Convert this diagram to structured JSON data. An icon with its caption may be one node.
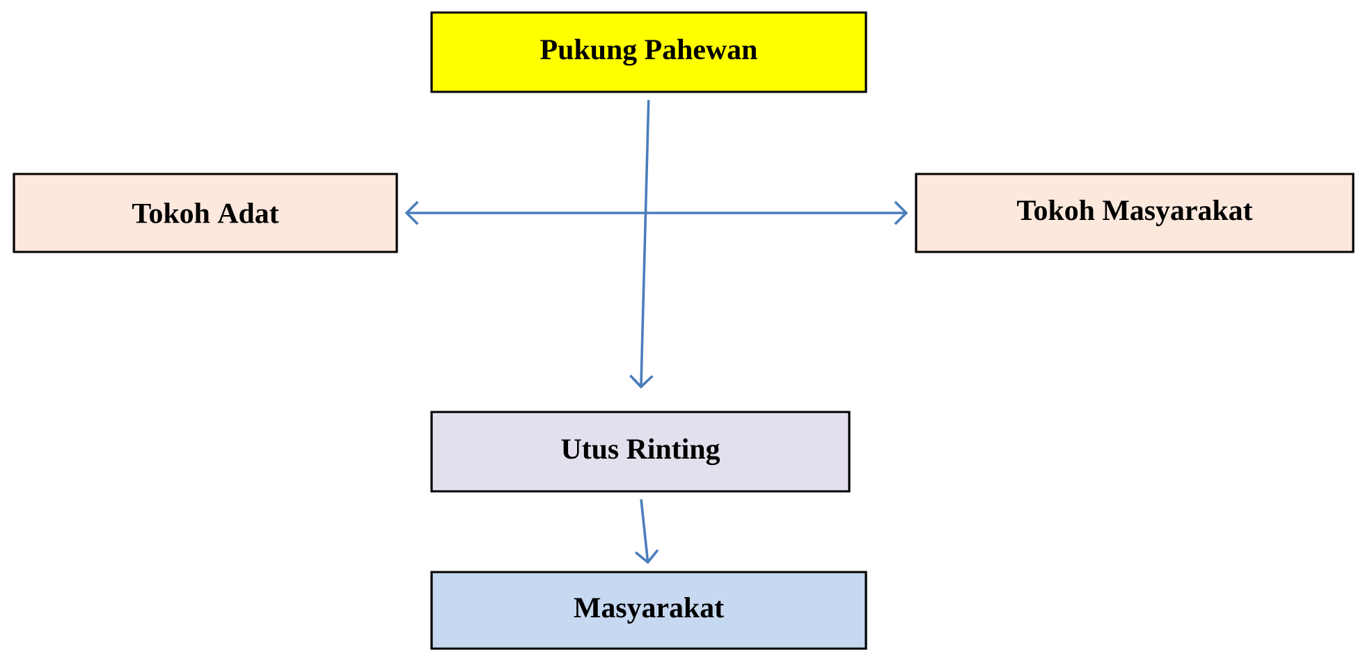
{
  "diagram": {
    "nodes": [
      {
        "text": [
          "Pukung Pahewan"
        ]
      },
      {
        "text": [
          "Tokoh Adat"
        ]
      },
      {
        "text": [
          "Tokoh Masyarakat"
        ]
      },
      {
        "text": [
          "Utus Rinting"
        ]
      },
      {
        "text": [
          "Masyarakat"
        ]
      }
    ],
    "edges": [
      {
        "from": 0,
        "to": 3,
        "arrow": "to"
      },
      {
        "from": 1,
        "to": 2,
        "arrow": "both"
      },
      {
        "from": 3,
        "to": 4,
        "arrow": "to"
      }
    ]
  }
}
